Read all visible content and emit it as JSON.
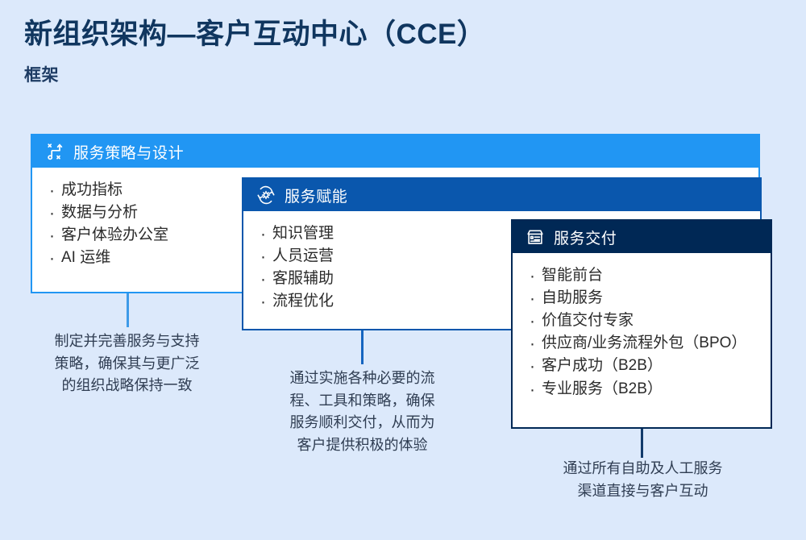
{
  "header": {
    "title": "新组织架构—客户互动中心（CCE）",
    "subtitle": "框架"
  },
  "colors": {
    "background": "#dce9fb",
    "title_text": "#10365f",
    "card_strategy": "#2196f3",
    "card_enablement": "#0a57ad",
    "card_delivery": "#002855",
    "caption_text": "#2f3d52"
  },
  "cards": [
    {
      "id": "strategy",
      "icon": "strategy-path-icon",
      "title": "服务策略与设计",
      "bullets": [
        "成功指标",
        "数据与分析",
        "客户体验办公室",
        "AI 运维"
      ],
      "caption": "制定并完善服务与支持\n策略，确保其与更广泛\n的组织战略保持一致"
    },
    {
      "id": "enablement",
      "icon": "gear-refresh-icon",
      "title": "服务赋能",
      "bullets": [
        "知识管理",
        "人员运营",
        "客服辅助",
        "流程优化"
      ],
      "caption": "通过实施各种必要的流\n程、工具和策略，确保\n服务顺利交付，从而为\n客户提供积极的体验"
    },
    {
      "id": "delivery",
      "icon": "delivery-box-icon",
      "title": "服务交付",
      "bullets": [
        "智能前台",
        "自助服务",
        "价值交付专家",
        "供应商/业务流程外包（BPO）",
        "客户成功（B2B）",
        "专业服务（B2B）"
      ],
      "caption": "通过所有自助及人工服务\n渠道直接与客户互动"
    }
  ]
}
